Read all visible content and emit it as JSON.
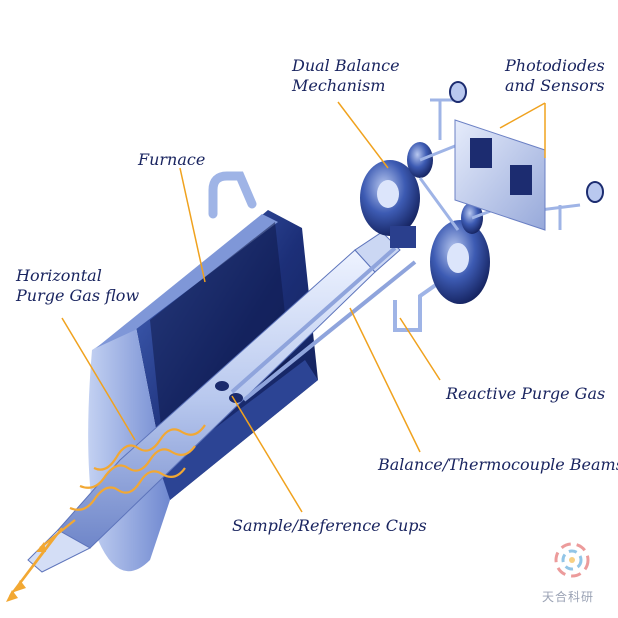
{
  "labels": {
    "dual_balance": [
      "Dual Balance",
      "Mechanism"
    ],
    "photodiodes": [
      "Photodiodes",
      "and Sensors"
    ],
    "furnace": "Furnace",
    "horizontal_purge": [
      "Horizontal",
      "Purge Gas flow"
    ],
    "reactive_purge": "Reactive Purge Gas",
    "balance_beams": "Balance/Thermocouple Beams",
    "sample_cups": "Sample/Reference Cups"
  },
  "watermark": "天合科研",
  "colors": {
    "leader": "#f0a21e",
    "label_text": "#1a2560",
    "hardware_dark": "#15235f",
    "hardware_mid": "#3b5bb5",
    "hardware_light": "#9fb4e6",
    "gas_arrow": "#f2a833"
  },
  "icons": [
    "watermark-logo-icon"
  ]
}
